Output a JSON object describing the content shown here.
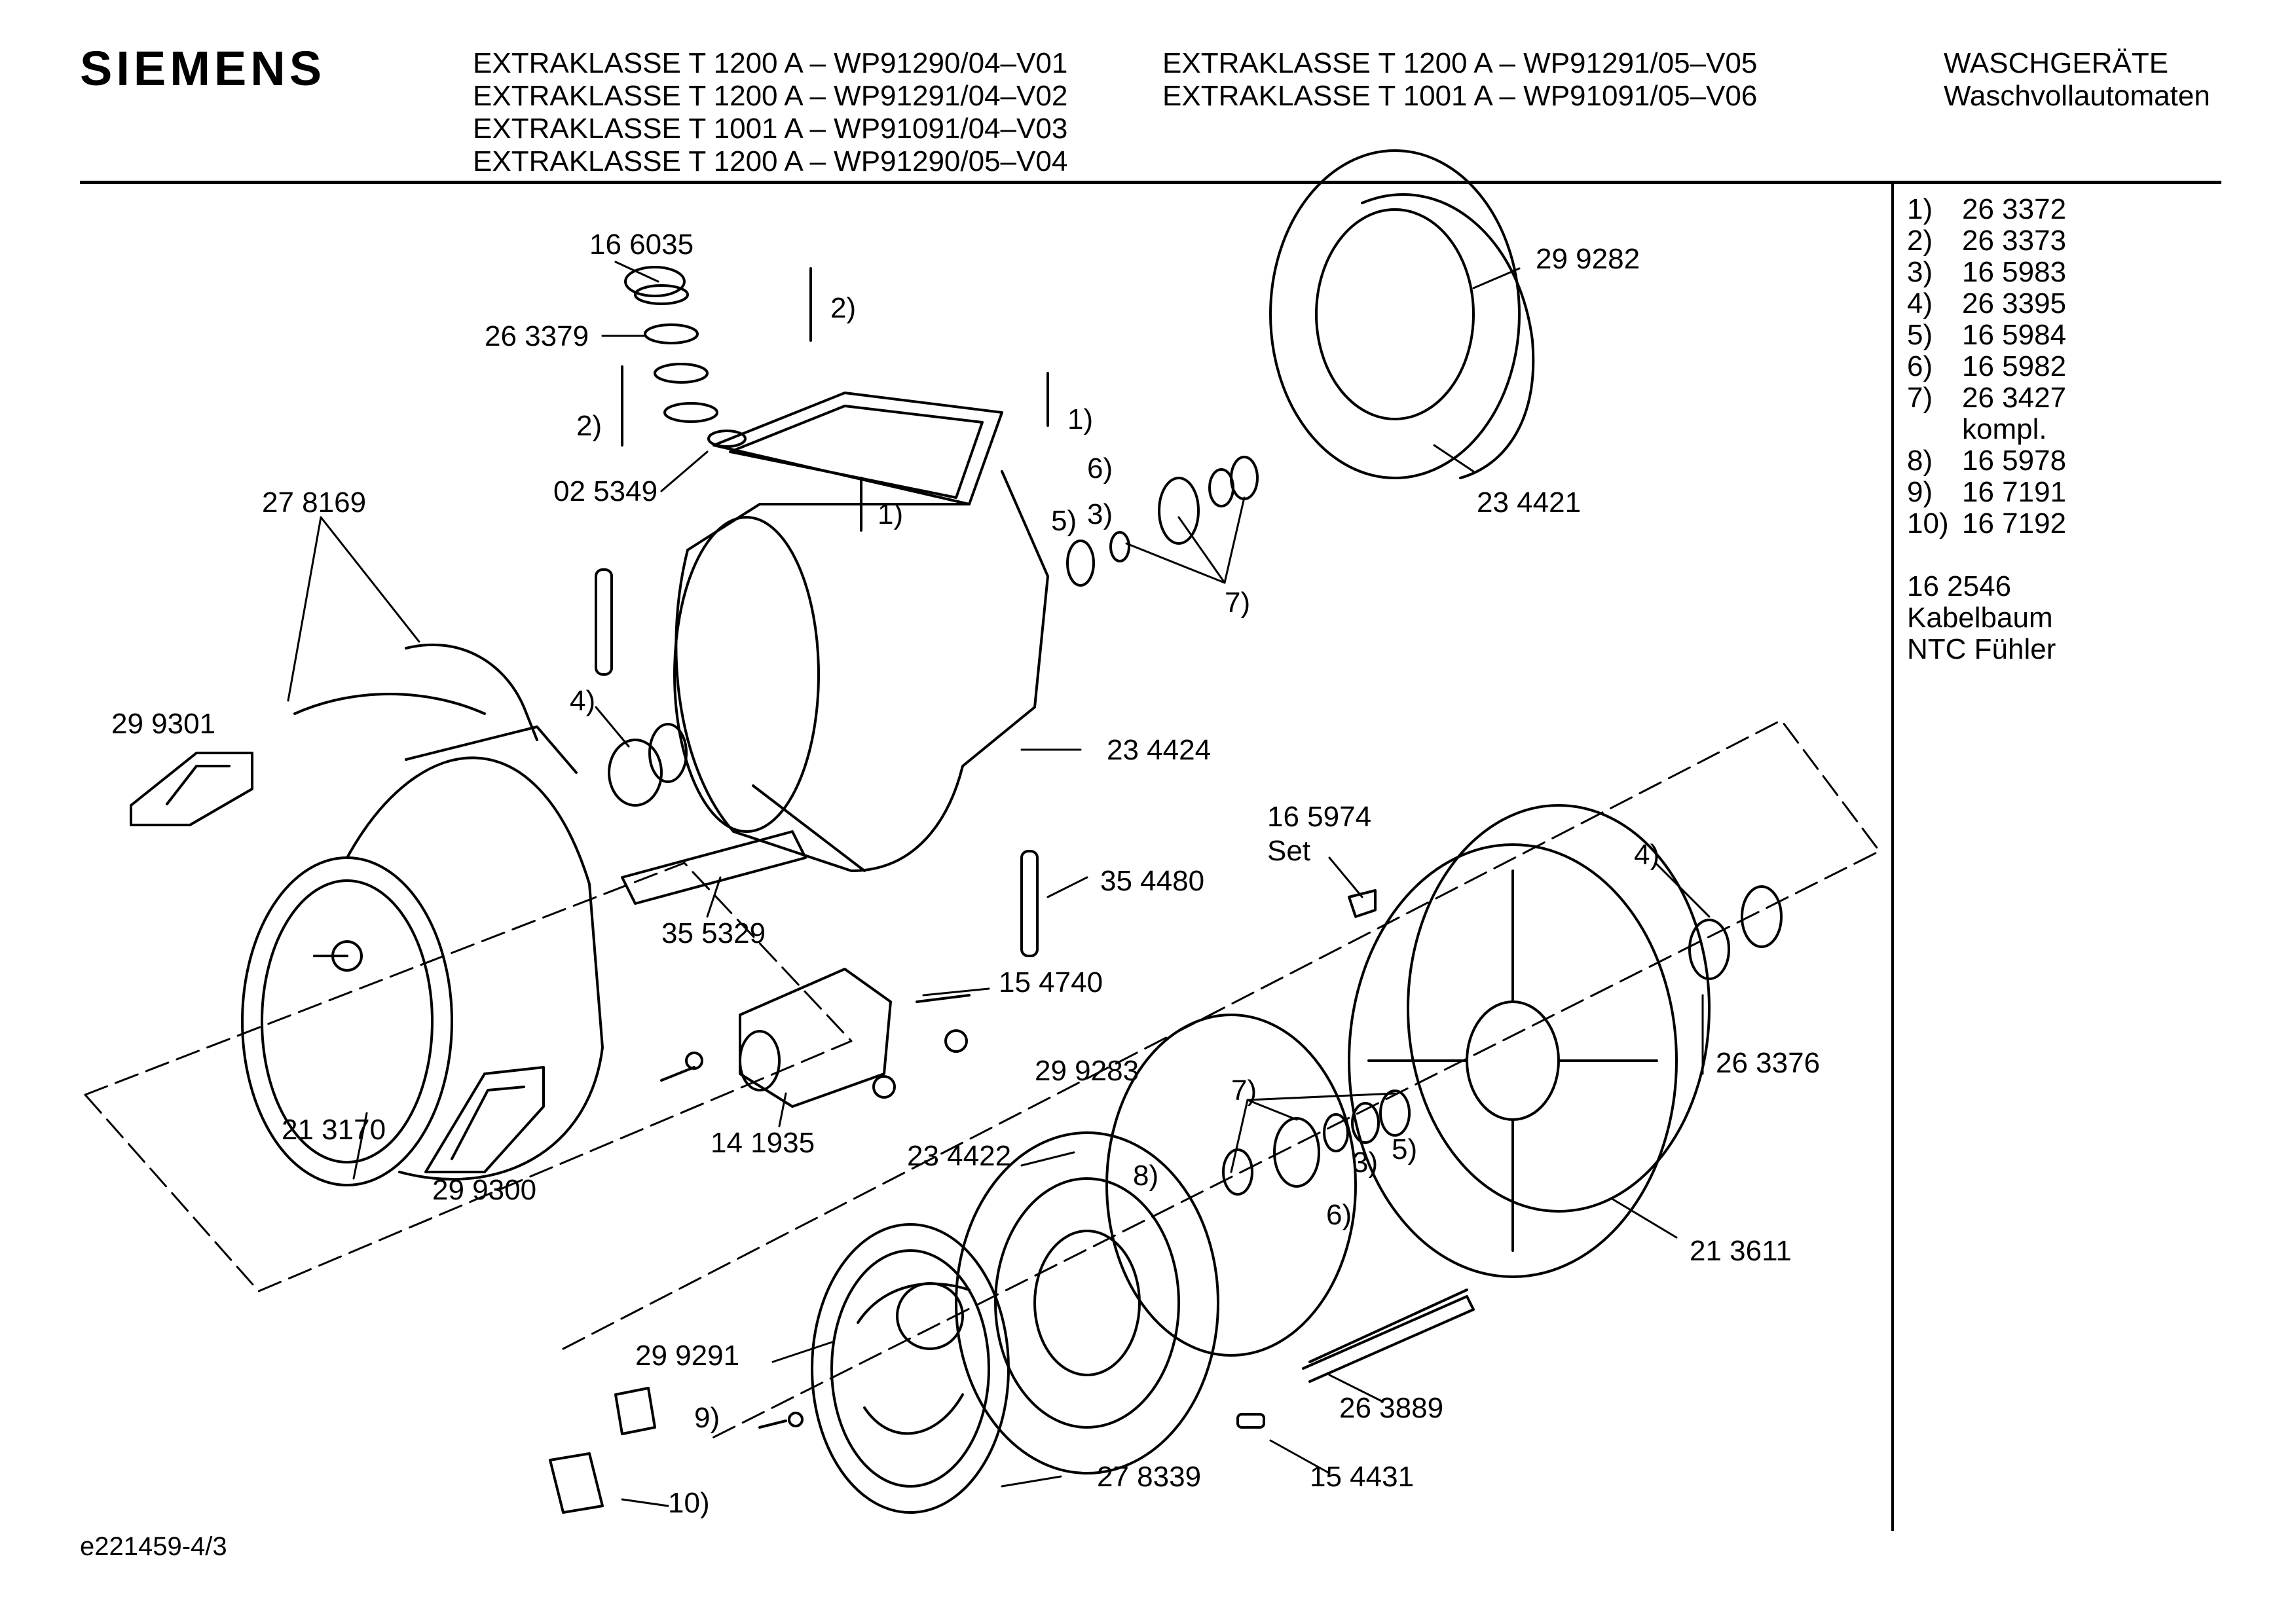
{
  "brand": "SIEMENS",
  "models_left": [
    "EXTRAKLASSE T 1200 A – WP91290/04–V01",
    "EXTRAKLASSE T 1200 A – WP91291/04–V02",
    "EXTRAKLASSE T 1001 A – WP91091/04–V03",
    "EXTRAKLASSE T 1200 A – WP91290/05–V04"
  ],
  "models_right": [
    "EXTRAKLASSE T 1200 A – WP91291/05–V05",
    "EXTRAKLASSE T 1001 A – WP91091/05–V06"
  ],
  "category": [
    "WASCHGERÄTE",
    "Waschvollautomaten"
  ],
  "legend": [
    {
      "num": "1)",
      "part": "26 3372"
    },
    {
      "num": "2)",
      "part": "26 3373"
    },
    {
      "num": "3)",
      "part": "16 5983"
    },
    {
      "num": "4)",
      "part": "26 3395"
    },
    {
      "num": "5)",
      "part": "16 5984"
    },
    {
      "num": "6)",
      "part": "16 5982"
    },
    {
      "num": "7)",
      "part": "26 3427"
    },
    {
      "num": "",
      "part": "kompl."
    },
    {
      "num": "8)",
      "part": "16 5978"
    },
    {
      "num": "9)",
      "part": "16 7191"
    },
    {
      "num": "10)",
      "part": "16 7192"
    }
  ],
  "extra_part": [
    "16 2546",
    "Kabelbaum",
    "NTC Fühler"
  ],
  "footer": "e221459-4/3",
  "diagram_labels": [
    "16 6035",
    "26 3379",
    "2)",
    "2)",
    "1)",
    "1)",
    "02 5349",
    "27 8169",
    "29 9282",
    "23 4421",
    "6)",
    "5)",
    "3)",
    "7)",
    "4)",
    "29 9301",
    "23 4424",
    "16 5974",
    "Set",
    "4)",
    "35 4480",
    "35 5329",
    "15 4740",
    "26 3376",
    "29 9283",
    "7)",
    "21 3170",
    "14 1935",
    "23 4422",
    "8)",
    "3)",
    "5)",
    "6)",
    "29 9300",
    "21 3611",
    "29 9291",
    "26 3889",
    "9)",
    "10)",
    "27 8339",
    "15 4431"
  ]
}
